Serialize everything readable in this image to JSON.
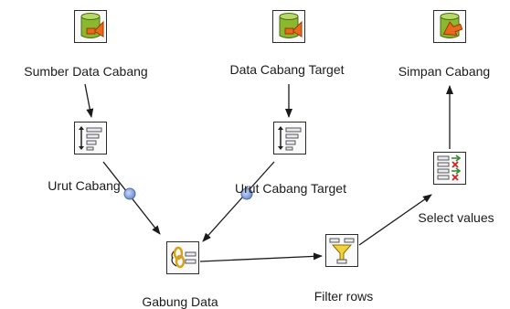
{
  "steps": {
    "sumber_data_cabang": {
      "label": "Sumber Data Cabang",
      "icon": "table-input-icon"
    },
    "urut_cabang": {
      "label": "Urut Cabang",
      "icon": "sort-rows-icon"
    },
    "data_cabang_target": {
      "label": "Data Cabang Target",
      "icon": "table-input-icon"
    },
    "urut_cabang_target": {
      "label": "Urut Cabang Target",
      "icon": "sort-rows-icon"
    },
    "gabung_data": {
      "label": "Gabung Data",
      "icon": "merge-join-icon"
    },
    "filter_rows": {
      "label": "Filter rows",
      "icon": "filter-rows-icon"
    },
    "select_values": {
      "label": "Select values",
      "icon": "select-values-icon"
    },
    "simpan_cabang": {
      "label": "Simpan Cabang",
      "icon": "table-output-icon"
    }
  },
  "hops": [
    {
      "from": "sumber_data_cabang",
      "to": "urut_cabang"
    },
    {
      "from": "urut_cabang",
      "to": "gabung_data"
    },
    {
      "from": "data_cabang_target",
      "to": "urut_cabang_target"
    },
    {
      "from": "urut_cabang_target",
      "to": "gabung_data"
    },
    {
      "from": "gabung_data",
      "to": "filter_rows"
    },
    {
      "from": "filter_rows",
      "to": "select_values"
    },
    {
      "from": "select_values",
      "to": "simpan_cabang"
    }
  ],
  "colors": {
    "db_green": "#8ab82e",
    "arrow_orange": "#e96a1c",
    "hop_marker": "#6b8fd4"
  }
}
